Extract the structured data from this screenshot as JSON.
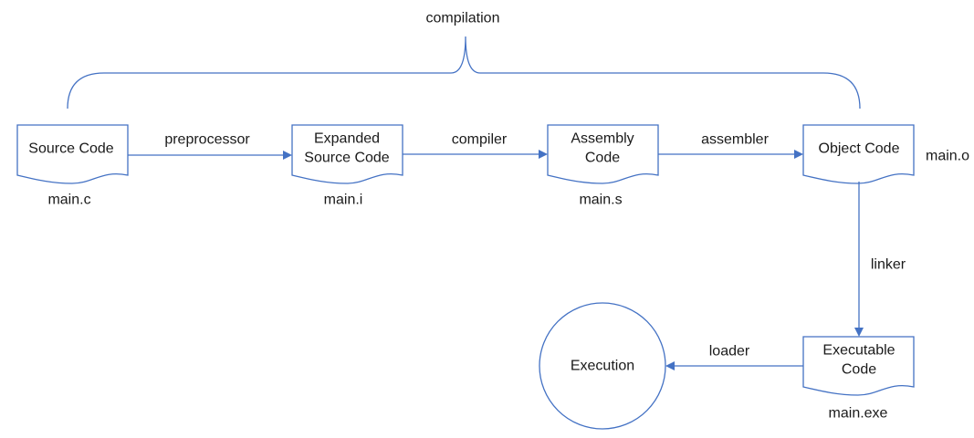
{
  "colors": {
    "stroke": "#4472c4",
    "text": "#1a1a1a",
    "background": "#ffffff"
  },
  "group_label": "compilation",
  "nodes": {
    "source": {
      "line1": "Source Code",
      "file": "main.c"
    },
    "expanded": {
      "line1": "Expanded",
      "line2": "Source Code",
      "file": "main.i"
    },
    "assembly": {
      "line1": "Assembly",
      "line2": "Code",
      "file": "main.s"
    },
    "object": {
      "line1": "Object Code",
      "file": "main.o"
    },
    "executable": {
      "line1": "Executable",
      "line2": "Code",
      "file": "main.exe"
    },
    "execution": {
      "line1": "Execution"
    }
  },
  "edges": {
    "preprocessor": "preprocessor",
    "compiler": "compiler",
    "assembler": "assembler",
    "linker": "linker",
    "loader": "loader"
  }
}
